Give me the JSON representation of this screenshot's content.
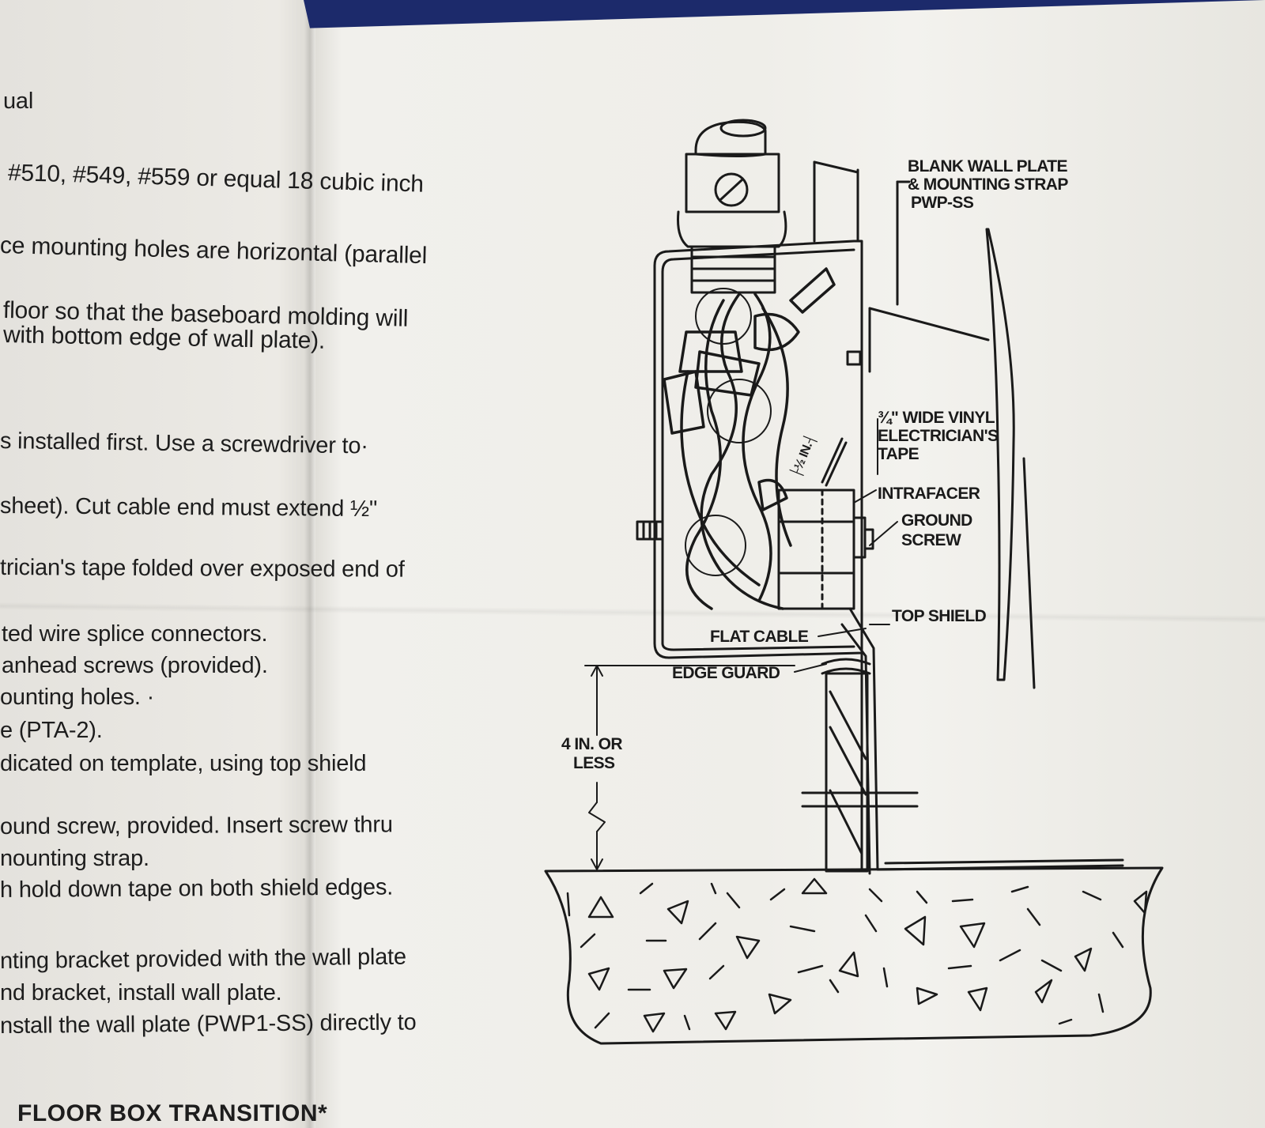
{
  "text_lines": [
    "ual",
    "#510, #549, #559 or equal 18 cubic inch",
    "ce mounting holes are horizontal (parallel",
    "floor so that the baseboard molding will",
    " with bottom edge of wall plate).",
    "s installed first. Use a screwdriver to·",
    " sheet). Cut cable end must extend ½\"",
    "trician's tape folded over exposed end of",
    "ted wire splice connectors.",
    "anhead screws (provided).",
    "ounting holes. ·",
    "e (PTA-2).",
    "dicated on template, using top shield",
    "ound screw, provided. Insert screw thru",
    "nounting strap.",
    "h hold down tape on both shield edges.",
    "nting bracket provided with the wall plate",
    "nd bracket, install wall plate.",
    "nstall the wall plate (PWP1-SS) directly to"
  ],
  "footer_heading": "FLOOR BOX TRANSITION*",
  "diagram": {
    "labels": {
      "wall_plate_1": "BLANK WALL PLATE",
      "wall_plate_2": "& MOUNTING STRAP",
      "wall_plate_3": "PWP-SS",
      "tape_1": "¾\" WIDE VINYL",
      "tape_2": "ELECTRICIAN'S",
      "tape_3": "TAPE",
      "intrafacer": "INTRAFACER",
      "ground_1": "GROUND",
      "ground_2": "SCREW",
      "top_shield": "TOP SHIELD",
      "flat_cable": "FLAT CABLE",
      "edge_guard": "EDGE GUARD",
      "distance_1": "4 IN. OR",
      "distance_2": "LESS",
      "half_inch": "├½ IN.┤"
    }
  }
}
